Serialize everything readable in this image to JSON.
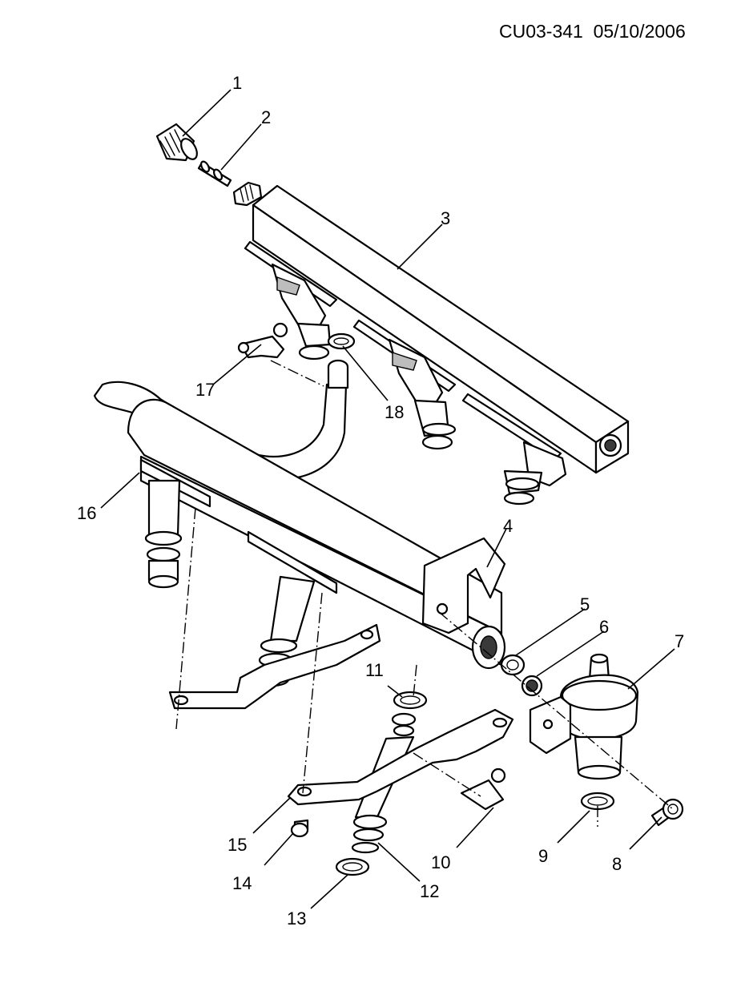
{
  "header": {
    "drawing_code": "CU03-341  05/10/2006"
  },
  "callouts": [
    "1",
    "2",
    "3",
    "4",
    "5",
    "6",
    "7",
    "8",
    "9",
    "10",
    "11",
    "12",
    "13",
    "14",
    "15",
    "16",
    "17",
    "18"
  ]
}
